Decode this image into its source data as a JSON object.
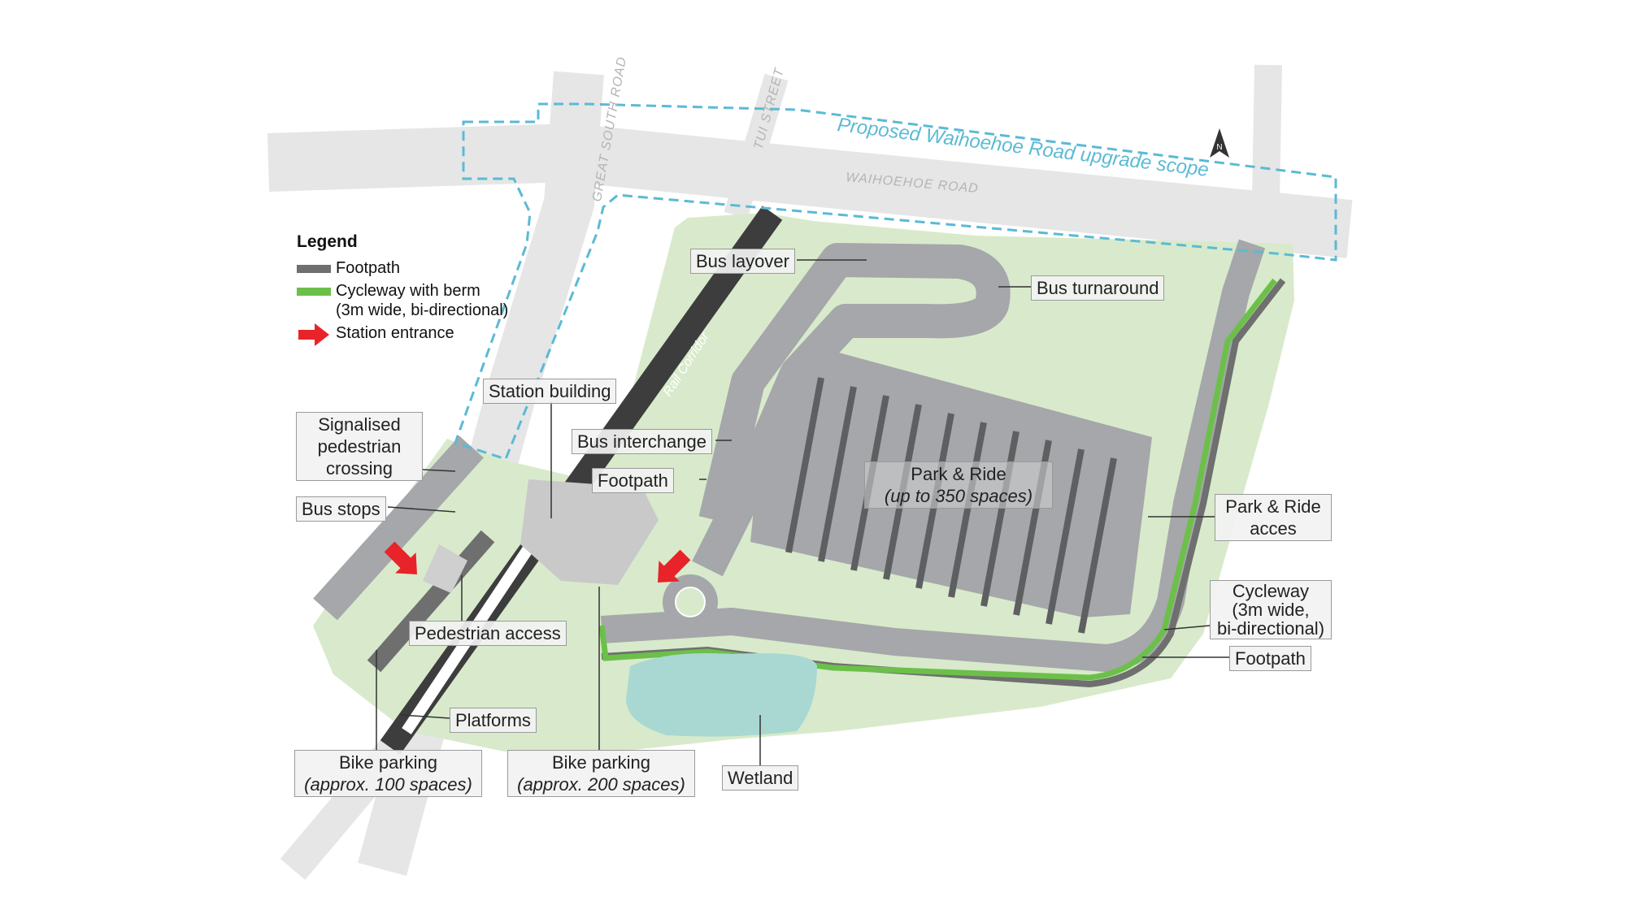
{
  "colors": {
    "footpath": "#6f6f6f",
    "cycleway": "#6cc04a",
    "station_entrance": "#e8232a",
    "green_space": "#d8eacb",
    "road": "#e6e6e6",
    "rail": "#3d3d3d",
    "scope_boundary": "#5bbad5",
    "wetland": "#a9d8d3",
    "carpark": "#a5a7aa"
  },
  "roads": {
    "great_south": "GREAT SOUTH ROAD",
    "tui": "TUI STREET",
    "waihoehoe": "WAIHOEHOE ROAD",
    "rail": "Rail Corridor"
  },
  "scope_label": "Proposed Waihoehoe Road upgrade scope",
  "north_arrow": {
    "icon": "north-arrow-icon",
    "letter": "N"
  },
  "legend": {
    "title": "Legend",
    "items": [
      {
        "label": "Footpath"
      },
      {
        "label": "Cycleway with berm",
        "sub": "(3m wide, bi-directional)"
      },
      {
        "label": "Station entrance",
        "icon": "red-arrow-icon"
      }
    ]
  },
  "labels": {
    "bus_layover": "Bus layover",
    "bus_turnaround": "Bus turnaround",
    "station_building": "Station building",
    "signalised_crossing": [
      "Signalised",
      "pedestrian",
      "crossing"
    ],
    "bus_interchange": "Bus interchange",
    "footpath_center": "Footpath",
    "bus_stops": "Bus stops",
    "park_ride": {
      "title": "Park & Ride",
      "sub": "(up to 350 spaces)"
    },
    "park_ride_access": [
      "Park & Ride",
      "acces"
    ],
    "cycleway": [
      "Cycleway",
      "(3m wide,",
      "bi-directional)"
    ],
    "footpath_right": "Footpath",
    "pedestrian_access": "Pedestrian access",
    "platforms": "Platforms",
    "bike_parking_100": {
      "title": "Bike parking",
      "sub": "(approx. 100 spaces)"
    },
    "bike_parking_200": {
      "title": "Bike parking",
      "sub": "(approx. 200 spaces)"
    },
    "wetland": "Wetland"
  }
}
